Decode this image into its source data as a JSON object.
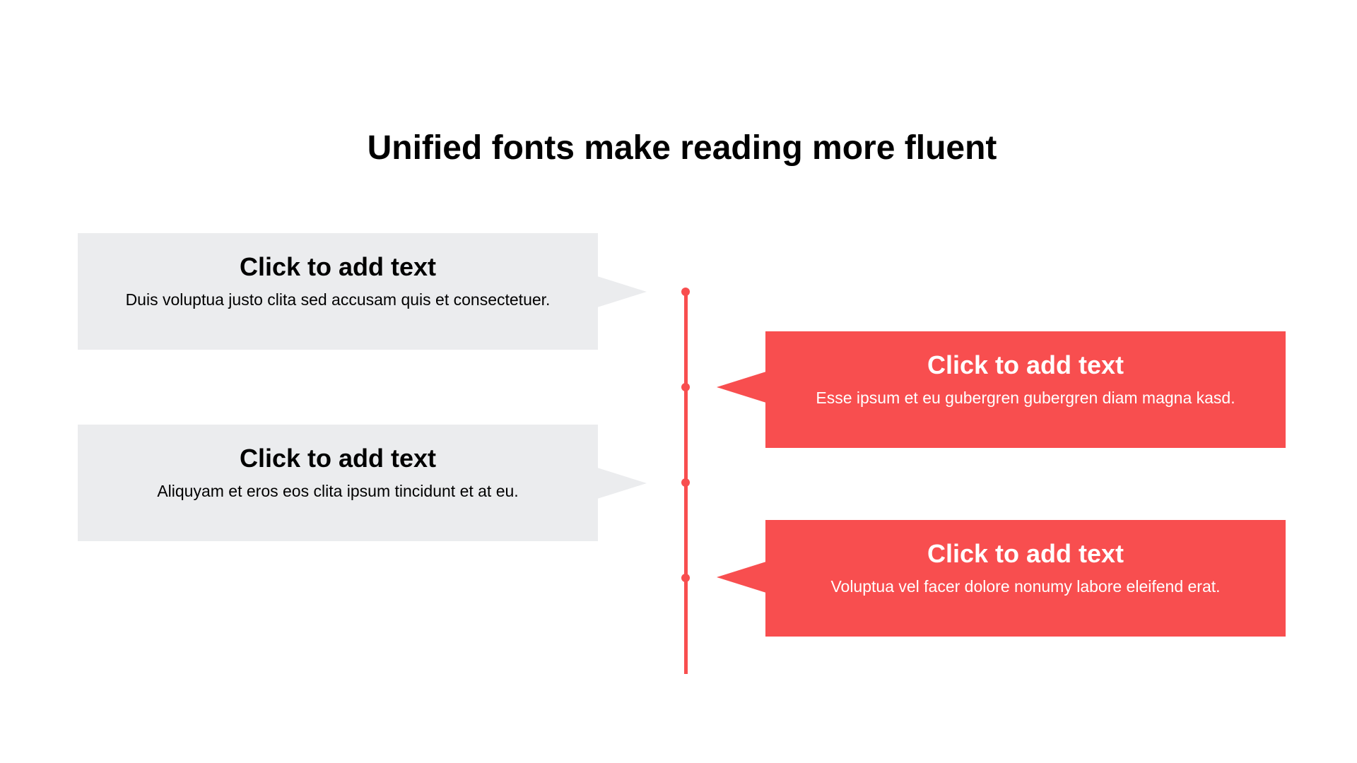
{
  "slide": {
    "title": "Unified fonts make reading more fluent",
    "accent_color": "#f84e4f",
    "neutral_color": "#ebecee"
  },
  "callouts": [
    {
      "side": "left",
      "style": "gray",
      "title": "Click to add text",
      "body": "Duis voluptua justo clita sed accusam quis et consectetuer."
    },
    {
      "side": "right",
      "style": "red",
      "title": "Click to add text",
      "body": "Esse ipsum et eu gubergren gubergren diam magna kasd."
    },
    {
      "side": "left",
      "style": "gray",
      "title": "Click to add text",
      "body": "Aliquyam et eros eos clita ipsum tincidunt et at eu."
    },
    {
      "side": "right",
      "style": "red",
      "title": "Click to add text",
      "body": "Voluptua vel facer dolore nonumy labore eleifend erat."
    }
  ]
}
